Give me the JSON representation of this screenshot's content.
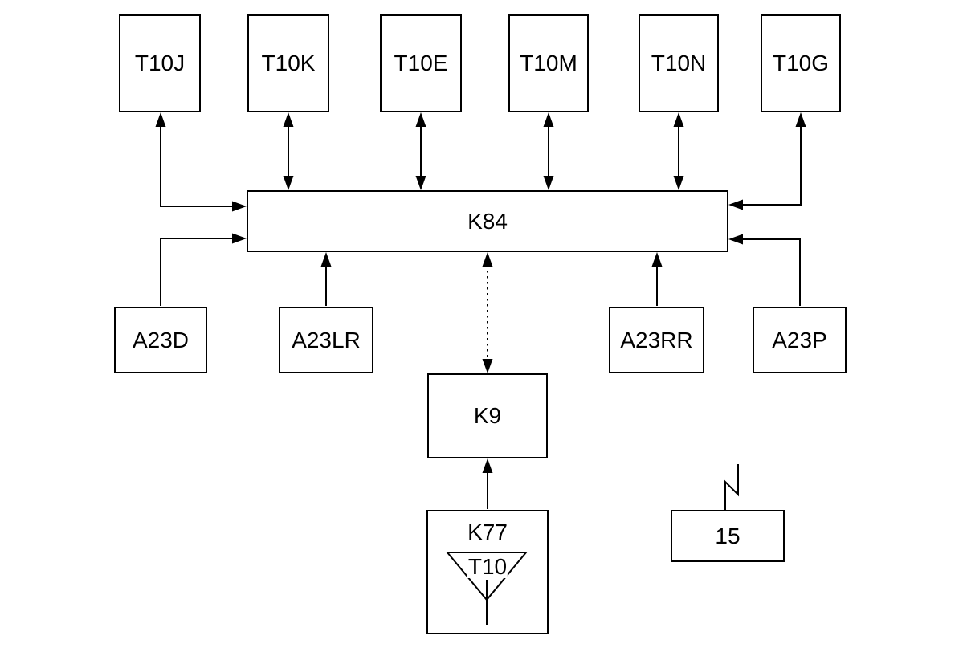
{
  "colors": {
    "line": "#000000",
    "background": "#ffffff",
    "text": "#000000"
  },
  "nodes": {
    "t10j": {
      "label": "T10J"
    },
    "t10k": {
      "label": "T10K"
    },
    "t10e": {
      "label": "T10E"
    },
    "t10m": {
      "label": "T10M"
    },
    "t10n": {
      "label": "T10N"
    },
    "t10g": {
      "label": "T10G"
    },
    "k84": {
      "label": "K84"
    },
    "a23d": {
      "label": "A23D"
    },
    "a23lr": {
      "label": "A23LR"
    },
    "a23rr": {
      "label": "A23RR"
    },
    "a23p": {
      "label": "A23P"
    },
    "k9": {
      "label": "K9"
    },
    "k77": {
      "label": "K77"
    },
    "t10_antenna": {
      "label": "T10"
    },
    "box15": {
      "label": "15"
    }
  },
  "connections": [
    {
      "from": "K84",
      "to": "T10J",
      "style": "solid",
      "direction": "both",
      "shape": "elbow"
    },
    {
      "from": "K84",
      "to": "T10K",
      "style": "solid",
      "direction": "both",
      "shape": "straight"
    },
    {
      "from": "K84",
      "to": "T10E",
      "style": "solid",
      "direction": "both",
      "shape": "straight"
    },
    {
      "from": "K84",
      "to": "T10M",
      "style": "solid",
      "direction": "both",
      "shape": "straight"
    },
    {
      "from": "K84",
      "to": "T10N",
      "style": "solid",
      "direction": "both",
      "shape": "straight"
    },
    {
      "from": "K84",
      "to": "T10G",
      "style": "solid",
      "direction": "both",
      "shape": "elbow"
    },
    {
      "from": "A23D",
      "to": "K84",
      "style": "solid",
      "direction": "one-way",
      "shape": "elbow"
    },
    {
      "from": "A23LR",
      "to": "K84",
      "style": "solid",
      "direction": "one-way",
      "shape": "straight"
    },
    {
      "from": "A23RR",
      "to": "K84",
      "style": "solid",
      "direction": "one-way",
      "shape": "straight"
    },
    {
      "from": "A23P",
      "to": "K84",
      "style": "solid",
      "direction": "one-way",
      "shape": "elbow"
    },
    {
      "from": "K84",
      "to": "K9",
      "style": "dashed",
      "direction": "both",
      "shape": "straight"
    },
    {
      "from": "K77",
      "to": "K9",
      "style": "solid",
      "direction": "one-way",
      "shape": "straight"
    }
  ],
  "symbols": [
    {
      "name": "antenna-triangle",
      "inside": "K77",
      "label": "T10"
    },
    {
      "name": "interference-antenna",
      "on_top_of": "box15"
    }
  ]
}
